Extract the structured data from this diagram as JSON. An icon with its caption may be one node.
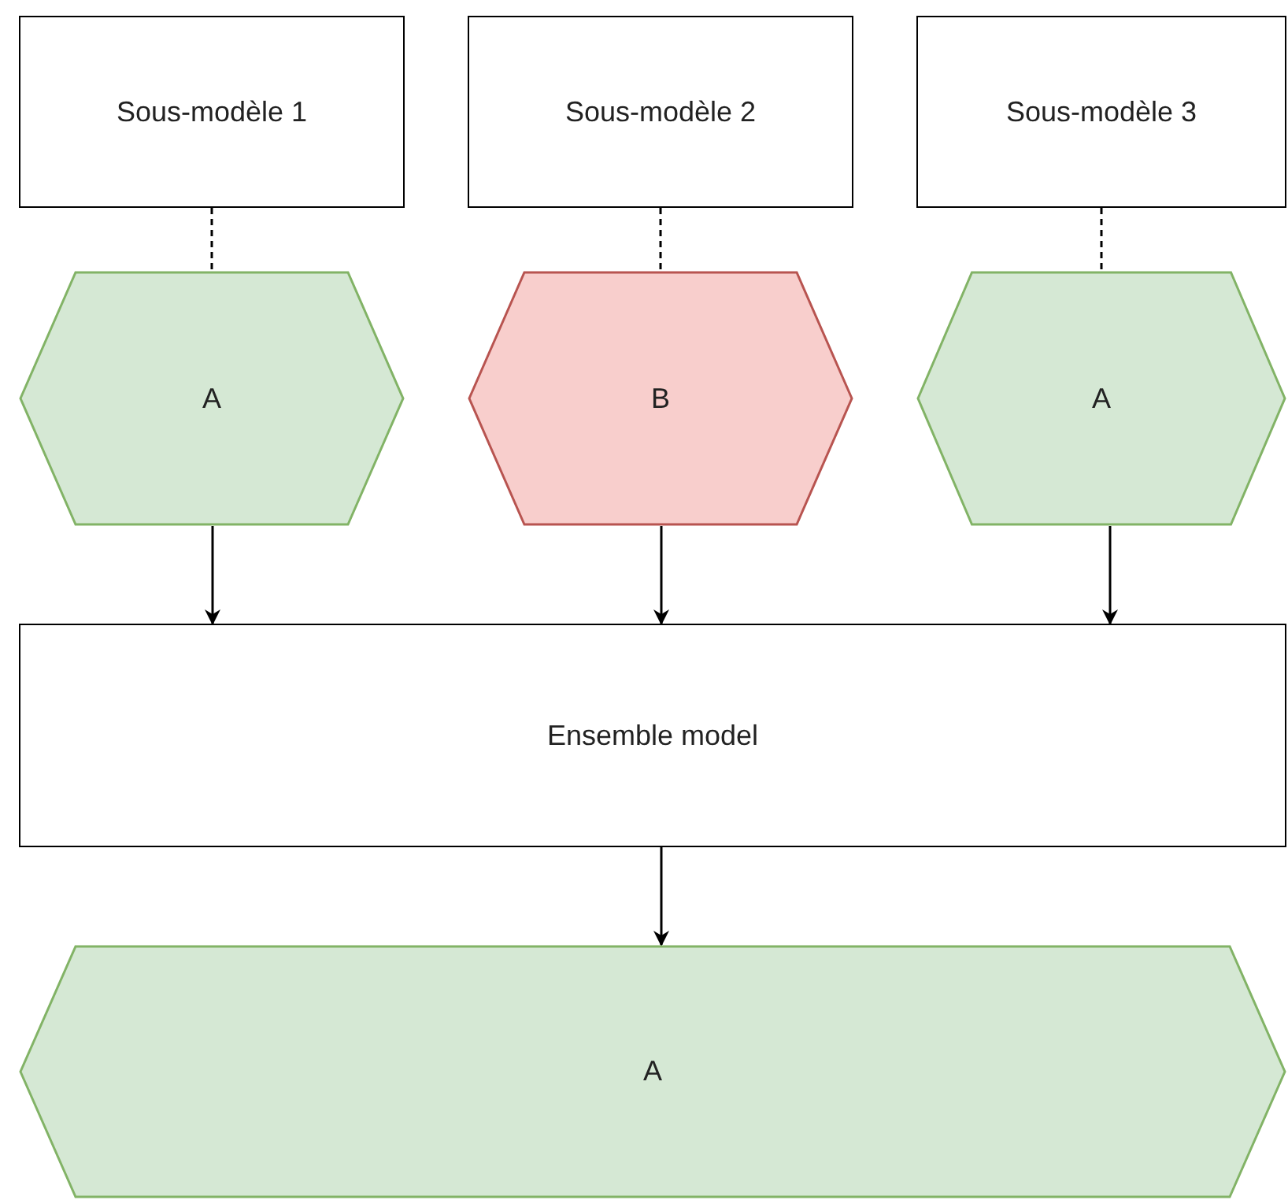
{
  "diagram": {
    "nodes": [
      {
        "text": [
          "Sous-modèle 1"
        ]
      },
      {
        "text": [
          "Sous-modèle 2"
        ]
      },
      {
        "text": [
          "Sous-modèle 3"
        ]
      },
      {
        "text": [
          "A"
        ]
      },
      {
        "text": [
          "B"
        ]
      },
      {
        "text": [
          "A"
        ]
      },
      {
        "text": [
          "Ensemble model"
        ]
      },
      {
        "text": [
          "A"
        ]
      }
    ],
    "edges": [
      {
        "from": 0,
        "to": 3,
        "arrow": "none",
        "style": "dashed"
      },
      {
        "from": 1,
        "to": 4,
        "arrow": "none",
        "style": "dashed"
      },
      {
        "from": 2,
        "to": 5,
        "arrow": "none",
        "style": "dashed"
      },
      {
        "from": 3,
        "to": 6,
        "arrow": "to"
      },
      {
        "from": 4,
        "to": 6,
        "arrow": "to"
      },
      {
        "from": 5,
        "to": 6,
        "arrow": "to"
      },
      {
        "from": 6,
        "to": 7,
        "arrow": "to"
      }
    ]
  }
}
